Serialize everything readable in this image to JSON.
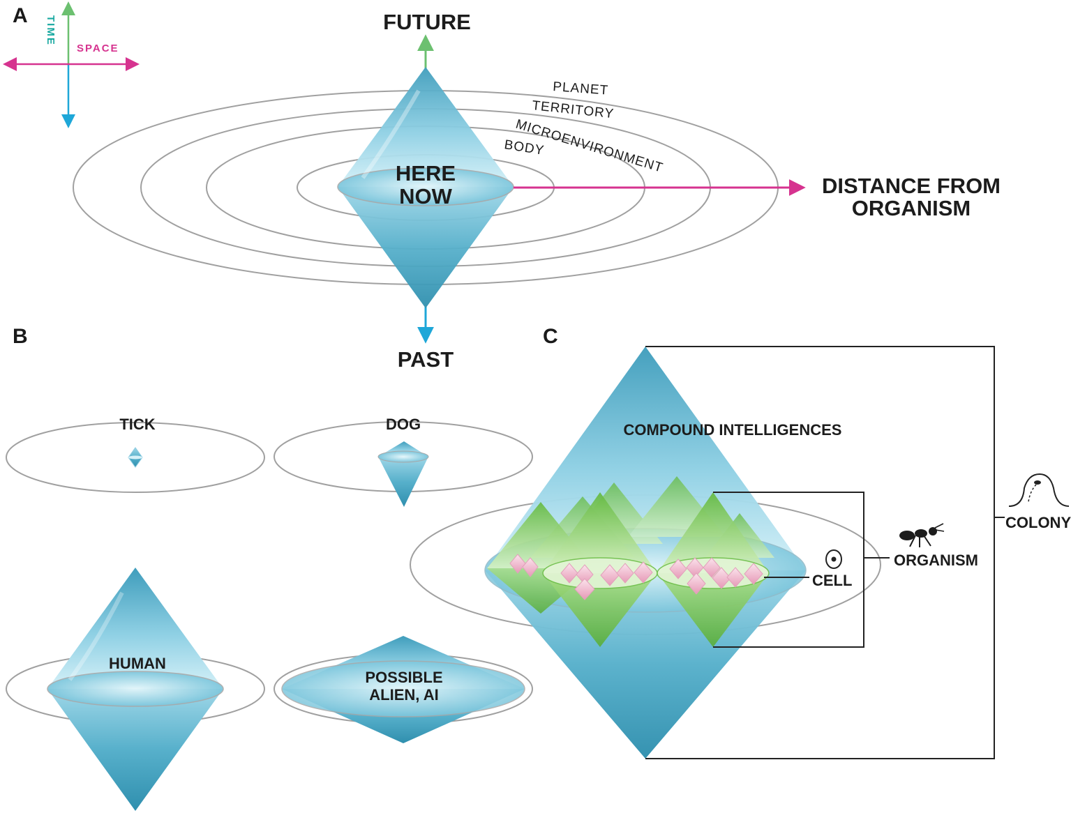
{
  "panels": {
    "a": "A",
    "b": "B",
    "c": "C"
  },
  "panel_a": {
    "axis_time": "TIME",
    "axis_space": "SPACE",
    "future": "FUTURE",
    "past": "PAST",
    "here": "HERE",
    "now": "NOW",
    "distance_line1": "DISTANCE FROM",
    "distance_line2": "ORGANISM",
    "rings": [
      "PLANET",
      "TERRITORY",
      "MICROENVIRONMENT",
      "BODY"
    ]
  },
  "panel_b": {
    "tick": "TICK",
    "dog": "DOG",
    "human": "HUMAN",
    "alien_line1": "POSSIBLE",
    "alien_line2": "ALIEN, AI"
  },
  "panel_c": {
    "compound": "COMPOUND INTELLIGENCES",
    "cell": "CELL",
    "organism": "ORGANISM",
    "colony": "COLONY"
  },
  "colors": {
    "time_future": "#6cc070",
    "time_past": "#1ea7d8",
    "space": "#d6338f",
    "cone_blue": "#4aa8c4",
    "cone_green": "#7ccd58",
    "cone_pink": "#f2b8cc",
    "ring_grey": "#a0a0a0"
  }
}
